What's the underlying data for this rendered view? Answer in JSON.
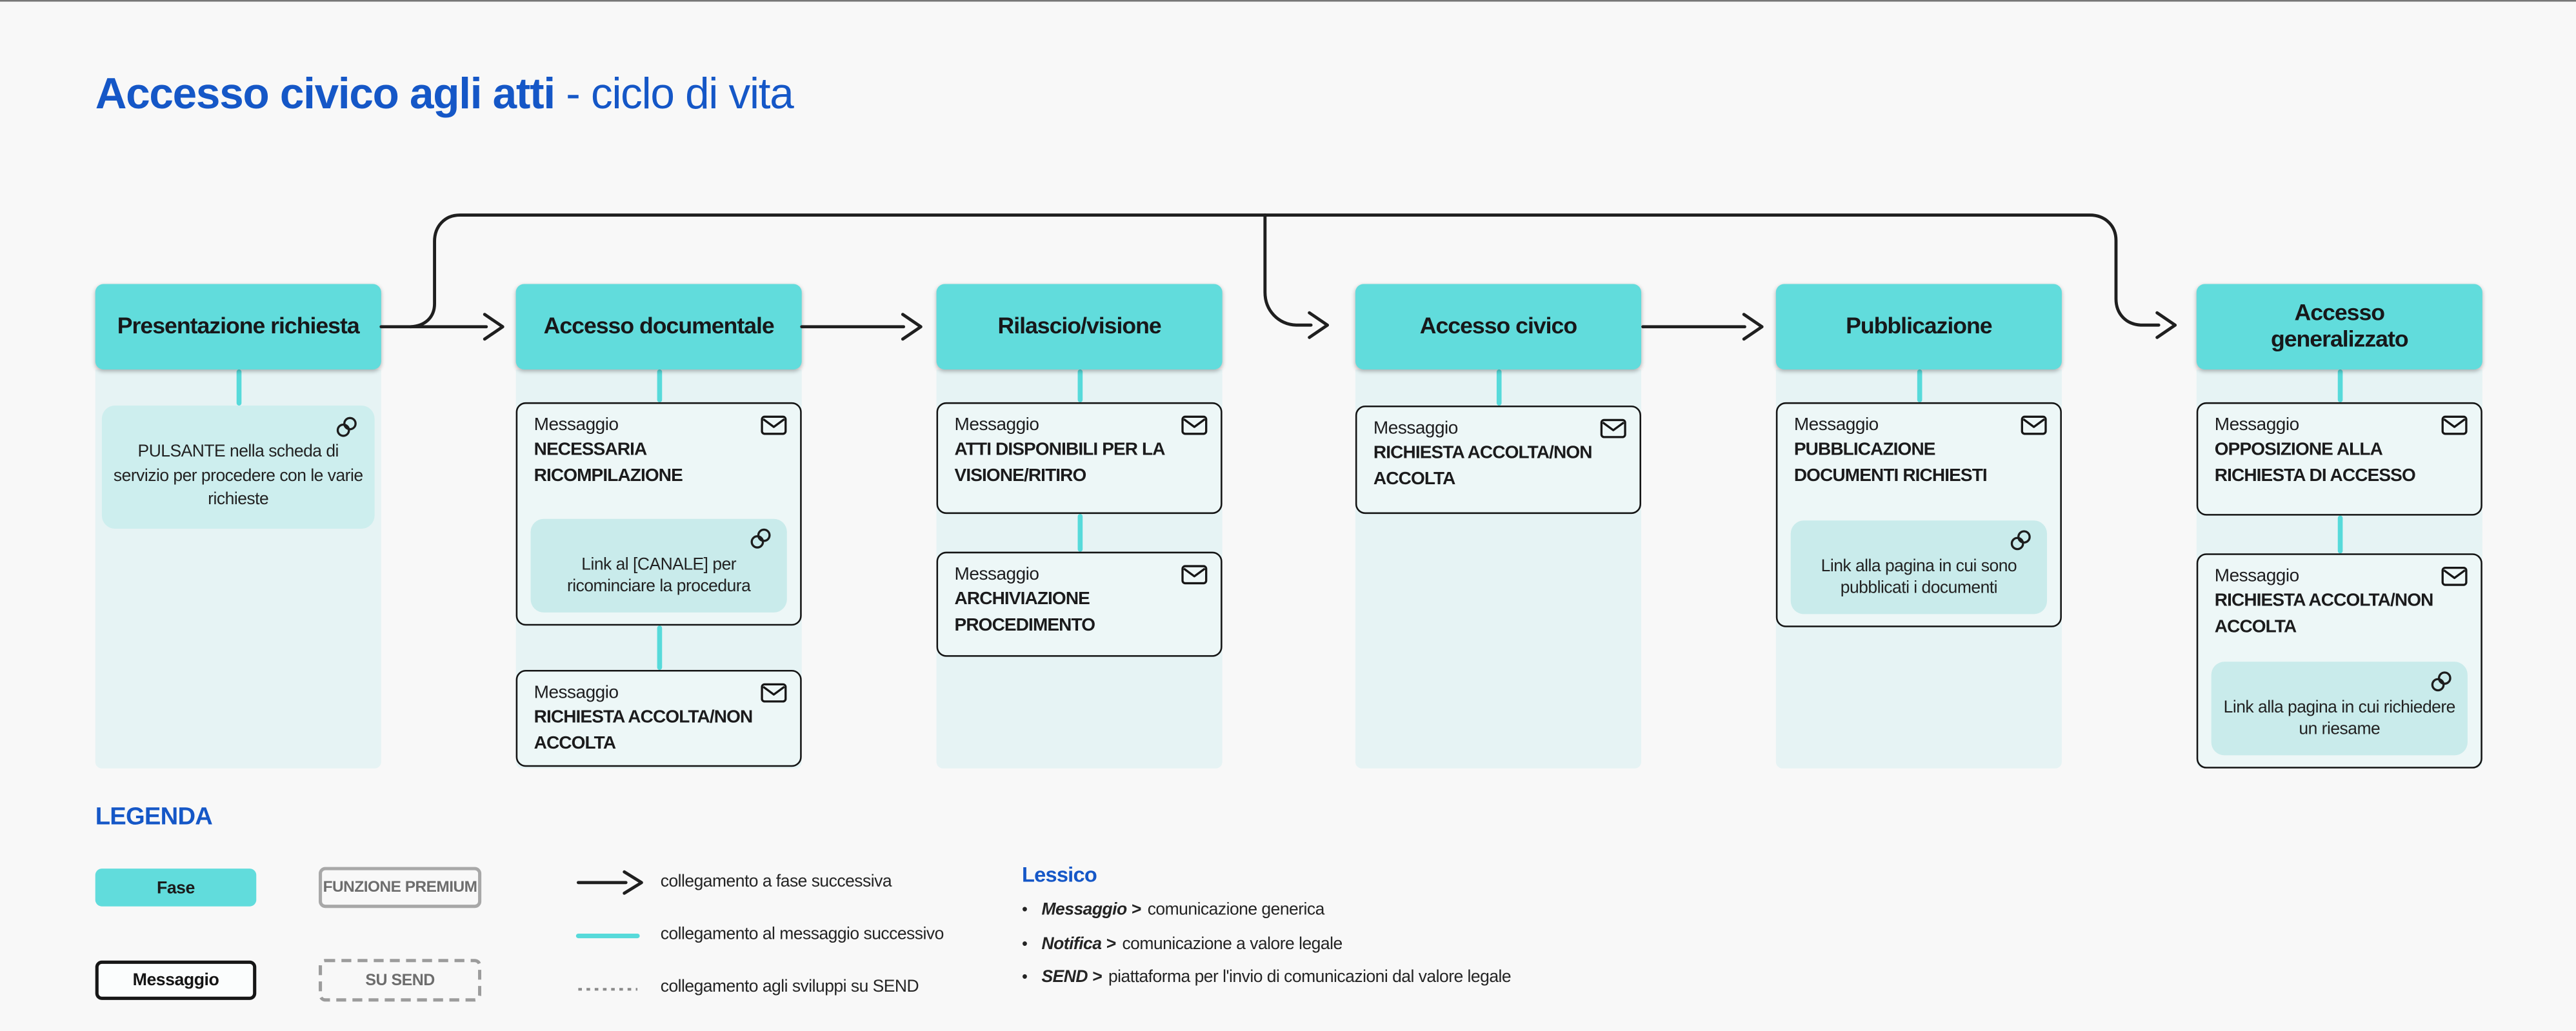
{
  "title": {
    "bold": "Accesso civico agli atti",
    "light": " - ciclo di vita"
  },
  "colors": {
    "blue": "#1557c7",
    "teal": "#61dcdc",
    "teal_line": "#57dada",
    "column_bg": "#e6f3f4",
    "card_bg": "#edf7f7",
    "chip_bg": "#c9ebeb",
    "ink": "#1b1b1c",
    "gray_text": "#6d6d6d",
    "page_bg": "#f8f8f8"
  },
  "phases": [
    {
      "label": "Presentazione richiesta",
      "messages": [
        {
          "type": "link",
          "text": "PULSANTE nella scheda di servizio per procedere con le varie richieste"
        }
      ]
    },
    {
      "label": "Accesso documentale",
      "messages": [
        {
          "type": "message",
          "kicker": "Messaggio",
          "title": "NECESSARIA RICOMPILAZIONE",
          "link_box": "Link al [CANALE] per ricominciare la procedura"
        },
        {
          "type": "message",
          "kicker": "Messaggio",
          "title": "RICHIESTA ACCOLTA/NON ACCOLTA"
        }
      ]
    },
    {
      "label": "Rilascio/visione",
      "messages": [
        {
          "type": "message",
          "kicker": "Messaggio",
          "title": "ATTI DISPONIBILI PER LA VISIONE/RITIRO"
        },
        {
          "type": "message",
          "kicker": "Messaggio",
          "title": "ARCHIVIAZIONE PROCEDIMENTO"
        }
      ]
    },
    {
      "label": "Accesso civico",
      "messages": [
        {
          "type": "message",
          "kicker": "Messaggio",
          "title": "RICHIESTA ACCOLTA/NON ACCOLTA"
        }
      ]
    },
    {
      "label": "Pubblicazione",
      "messages": [
        {
          "type": "message",
          "kicker": "Messaggio",
          "title": "PUBBLICAZIONE DOCUMENTI RICHIESTI",
          "link_box": "Link alla pagina in cui sono pubblicati i documenti"
        }
      ]
    },
    {
      "label": "Accesso generalizzato",
      "messages": [
        {
          "type": "message",
          "kicker": "Messaggio",
          "title": "OPPOSIZIONE ALLA RICHIESTA DI ACCESSO"
        },
        {
          "type": "message",
          "kicker": "Messaggio",
          "title": "RICHIESTA ACCOLTA/NON ACCOLTA",
          "link_box": "Link alla pagina in cui richiedere un riesame"
        }
      ]
    }
  ],
  "flow_edges": [
    {
      "from": "Presentazione richiesta",
      "to": "Accesso documentale"
    },
    {
      "from": "Accesso documentale",
      "to": "Rilascio/visione"
    },
    {
      "from": "Presentazione richiesta",
      "to": "Accesso civico"
    },
    {
      "from": "Accesso civico",
      "to": "Pubblicazione"
    },
    {
      "from": "Presentazione richiesta",
      "to": "Accesso generalizzato"
    }
  ],
  "legend": {
    "heading": "LEGENDA",
    "fase_label": "Fase",
    "premium_label": "FUNZIONE PREMIUM",
    "messaggio_label": "Messaggio",
    "susend_label": "SU SEND",
    "arrow_black_label": "collegamento a fase successiva",
    "teal_line_label": "collegamento al messaggio successivo",
    "dotted_line_label": "collegamento agli sviluppi su SEND",
    "lessico_heading": "Lessico",
    "lessico_items": [
      {
        "term": "Messaggio >",
        "desc": "comunicazione generica"
      },
      {
        "term": "Notifica >",
        "desc": "comunicazione a valore legale"
      },
      {
        "term": "SEND >",
        "desc": "piattaforma per l'invio di comunicazioni dal valore legale"
      }
    ]
  }
}
